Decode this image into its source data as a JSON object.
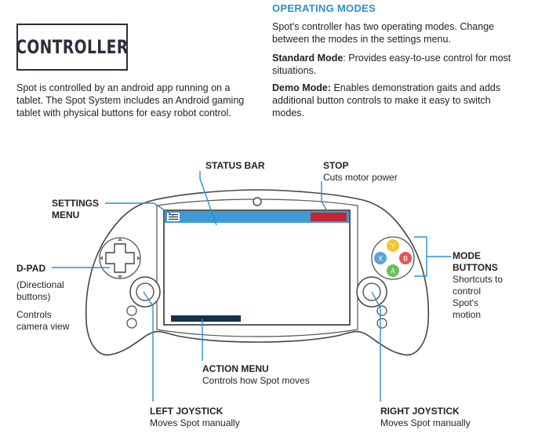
{
  "title": "CONTROLLER",
  "intro": "Spot is controlled by an android app running on a tablet. The Spot System includes an Android gaming tablet with physical buttons for easy robot control.",
  "operating_modes": {
    "heading": "OPERATING MODES",
    "body": "Spot's controller has two operating modes. Change between the modes in the settings menu.",
    "standard": {
      "name": "Standard Mode",
      "text": ": Provides easy-to-use control for most situations."
    },
    "demo": {
      "name": "Demo Mode:",
      "text": " Enables demonstration gaits and adds additional button controls to make it easy to switch modes."
    }
  },
  "callouts": {
    "status_bar": {
      "title": "STATUS BAR"
    },
    "stop": {
      "title": "STOP",
      "desc": "Cuts motor power"
    },
    "settings_menu": {
      "title": "SETTINGS MENU"
    },
    "dpad": {
      "title": "D-PAD",
      "desc1": "(Directional buttons)",
      "desc2": "Controls camera view"
    },
    "mode_buttons": {
      "title": "MODE BUTTONS",
      "desc": "Shortcuts to control Spot's motion"
    },
    "action_menu": {
      "title": "ACTION MENU",
      "desc": "Controls how Spot moves"
    },
    "left_joystick": {
      "title": "LEFT JOYSTICK",
      "desc": "Moves Spot manually"
    },
    "right_joystick": {
      "title": "RIGHT JOYSTICK",
      "desc": "Moves Spot manually"
    }
  },
  "face_buttons": {
    "top": "Y",
    "left": "X",
    "right": "B",
    "bottom": "A"
  },
  "colors": {
    "accent": "#2a8fcf",
    "status_bar": "#3d9ad6",
    "stop": "#c3262f",
    "action_menu": "#16304f",
    "button_y": "#f2c531",
    "button_x": "#5aa3d9",
    "button_b": "#e0584f",
    "button_a": "#6abf55"
  }
}
